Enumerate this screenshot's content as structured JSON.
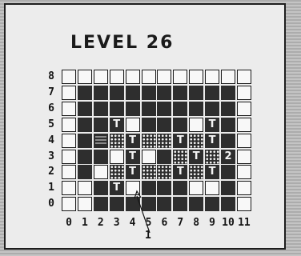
{
  "title": "LEVEL 26",
  "x_labels": [
    "0",
    "1",
    "2",
    "3",
    "4",
    "5",
    "6",
    "7",
    "8",
    "9",
    "10",
    "11"
  ],
  "y_labels": [
    "8",
    "7",
    "6",
    "5",
    "4",
    "3",
    "2",
    "1",
    "0"
  ],
  "callout": "1",
  "tile_letter": "T",
  "badge_number": "2",
  "board_rows": [
    "WWWWWWWWWWWW",
    "WBBBBBBBBBBW",
    "WBBBBBBBBBBW",
    "WBBTWBBBWTBW",
    "WBVGTGGTGTBW",
    "WBBWTWBGTGNW",
    "WBWGTGGTGTBW",
    "WWBTWBBBWWBW",
    "WWBBBBBBBBBW"
  ],
  "legend": {
    "W": "white wall block",
    "B": "dark floor",
    "T": "tile marked T",
    "G": "dotted grate block",
    "V": "striped vent",
    "N": "number 2"
  }
}
